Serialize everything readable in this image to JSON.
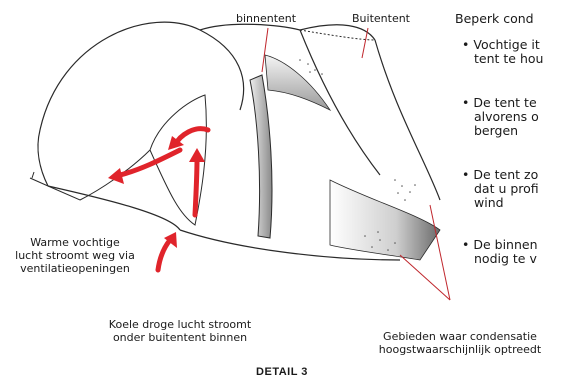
{
  "labels": {
    "inner_tent": "binnentent",
    "outer_tent": "Buitentent",
    "warm_air": [
      "Warme vochtige",
      "lucht stroomt weg via",
      "ventilatieopeningen"
    ],
    "cool_air": [
      "Koele droge lucht stroomt",
      "onder buitentent binnen"
    ],
    "condensation_areas": [
      "Gebieden waar condensatie",
      "hoogstwaarschijnlijk optreedt"
    ]
  },
  "sidebar": {
    "heading": "Beperk cond",
    "tips": [
      {
        "line1": "Vochtige it",
        "line2": "tent te hou"
      },
      {
        "line1": "De tent te",
        "line2": "alvorens o",
        "line3": "bergen"
      },
      {
        "line1": "De tent zo",
        "line2": "dat u profi",
        "line3": "wind"
      },
      {
        "line1": "De binnen",
        "line2": "nodig te v"
      }
    ]
  },
  "detail_label": "DETAIL 3",
  "colors": {
    "arrow": "#e0242b",
    "line": "#2a2a2a",
    "annotation_line": "#c0272d"
  }
}
